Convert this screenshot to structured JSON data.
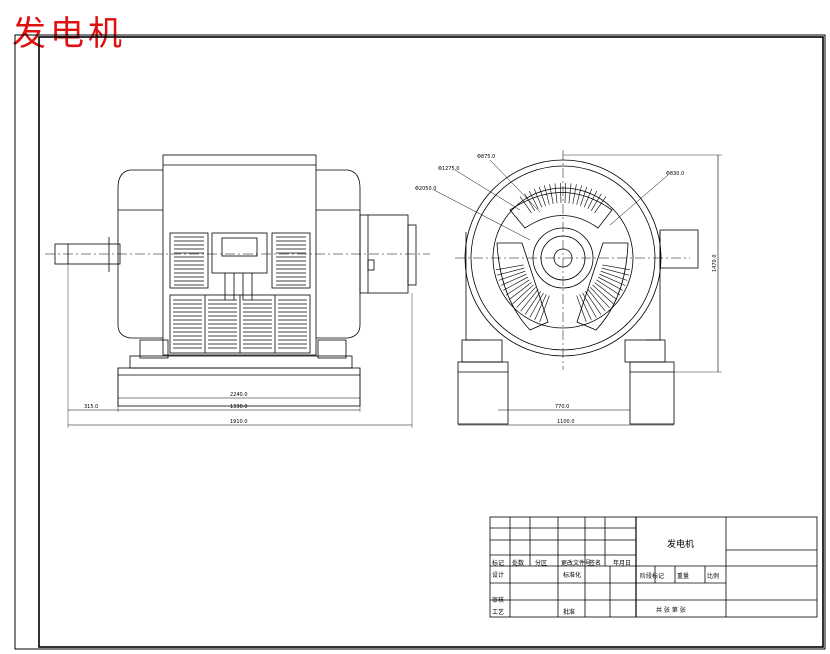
{
  "title": "发电机",
  "dims": {
    "front_shaft": "315.0",
    "front_inner": "2240.0",
    "front_base": "1330.0",
    "front_total": "1910.0",
    "front_left_small": "315.0",
    "side_base": "770.0",
    "side_total": "1100.0",
    "side_height": "1470.0",
    "side_d1": "Φ2050.0",
    "side_d2": "Φ1275.0",
    "side_d3": "Φ875.0",
    "side_d4": "Φ830.0"
  },
  "title_block": {
    "name": "发电机",
    "rows": {
      "r1": [
        "标记",
        "处数",
        "分区",
        "更改文件号",
        "签名",
        "年月日"
      ],
      "r2": [
        "设计",
        "",
        "",
        "标准化",
        "",
        ""
      ],
      "r3": [
        "审核",
        "",
        "",
        "",
        "",
        ""
      ],
      "r4": [
        "工艺",
        "",
        "",
        "批准",
        "",
        ""
      ]
    },
    "stage_labels": [
      "阶段标记",
      "重量",
      "比例"
    ],
    "sheet_text": "共 张  第 张"
  }
}
